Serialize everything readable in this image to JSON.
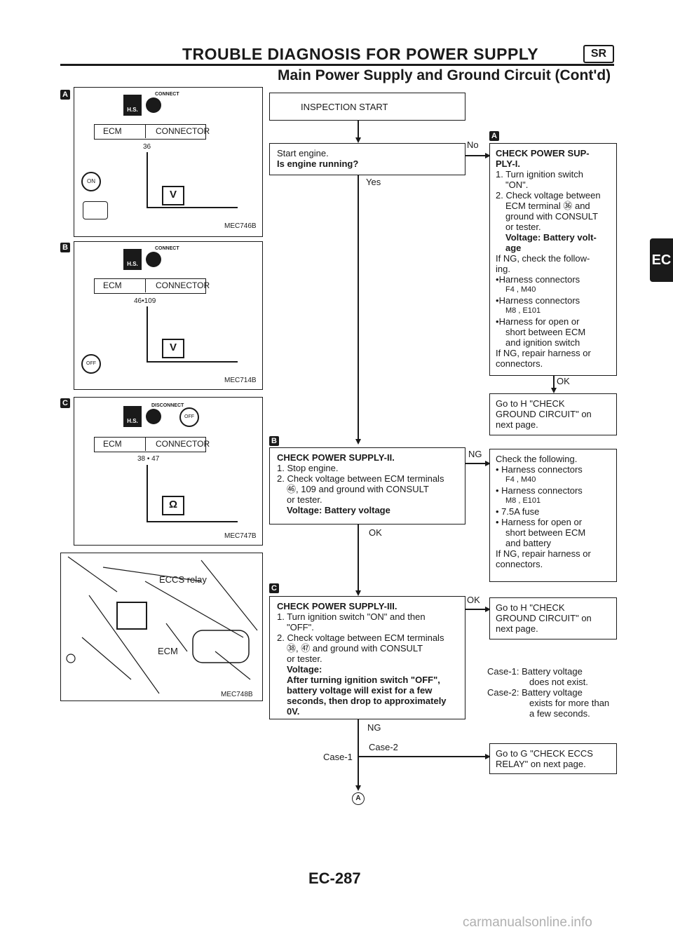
{
  "header": {
    "title": "TROUBLE DIAGNOSIS FOR POWER SUPPLY",
    "badge": "SR",
    "subtitle": "Main Power Supply and Ground Circuit (Cont'd)"
  },
  "side_tab": "EC",
  "panels": [
    {
      "tag": "A",
      "connect_label": "CONNECT",
      "ecm": "ECM",
      "connector": "CONNECTOR",
      "pins": "36",
      "hs": "H.S.",
      "key": "ON",
      "code": "MEC746B",
      "meter": "V"
    },
    {
      "tag": "B",
      "connect_label": "CONNECT",
      "ecm": "ECM",
      "connector": "CONNECTOR",
      "pins": "46•109",
      "hs": "H.S.",
      "key": "OFF",
      "code": "MEC714B",
      "meter": "V"
    },
    {
      "tag": "C",
      "connect_label": "DISCONNECT",
      "ecm": "ECM",
      "connector": "CONNECTOR",
      "pins": "38 • 47",
      "hs": "H.S.",
      "key": "OFF",
      "code": "MEC747B",
      "meter": "Ω"
    },
    {
      "relay_label": "ECCS relay",
      "ecm_label": "ECM",
      "code": "MEC748B"
    }
  ],
  "flow": {
    "start": "INSPECTION START",
    "q1_line1": "Start engine.",
    "q1_line2": "Is engine running?",
    "no": "No",
    "yes": "Yes",
    "tagA": "A",
    "a_title": "CHECK POWER SUP-",
    "a_title2": "PLY-I.",
    "a_lines": [
      "1. Turn ignition switch",
      "\"ON\".",
      "2. Check voltage between",
      "ECM terminal ㊱ and",
      "ground with CONSULT",
      "or tester."
    ],
    "a_volt": "Voltage: Battery volt-",
    "a_volt2": "age",
    "a_ng1": "If NG, check the follow-",
    "a_ng2": "ing.",
    "a_items": [
      "Harness connectors",
      "F4 , M40",
      "Harness connectors",
      "M8 , E101",
      "Harness for open or",
      "short between ECM",
      "and ignition switch"
    ],
    "a_ng3": "If NG, repair harness or",
    "a_ng4": "connectors.",
    "ok1": "OK",
    "goto1_1": "Go to H \"CHECK",
    "goto1_2": "GROUND CIRCUIT\" on",
    "goto1_3": "next page.",
    "tagB": "B",
    "b_title": "CHECK POWER SUPPLY-II.",
    "b_lines": [
      "1. Stop engine.",
      "2. Check voltage between ECM terminals",
      "㊻, 109 and ground with CONSULT",
      "or tester."
    ],
    "b_volt": "Voltage: Battery voltage",
    "ng1": "NG",
    "ok2": "OK",
    "ng_box": [
      "Check the following.",
      "• Harness connectors",
      "F4 , M40",
      "• Harness connectors",
      "M8 , E101",
      "• 7.5A fuse",
      "• Harness for open or",
      "short between ECM",
      "and battery",
      "If NG, repair harness or",
      "connectors."
    ],
    "tagC": "C",
    "c_title": "CHECK POWER SUPPLY-III.",
    "c_lines": [
      "1. Turn ignition switch \"ON\" and then",
      "\"OFF\".",
      "2. Check voltage between ECM terminals",
      "㊳, ㊼ and ground with CONSULT",
      "or tester."
    ],
    "c_bold": [
      "Voltage:",
      "After turning ignition switch \"OFF\",",
      "battery voltage will exist for a few",
      "seconds, then drop to approximately",
      "0V."
    ],
    "ok3": "OK",
    "goto2_1": "Go to H \"CHECK",
    "goto2_2": "GROUND CIRCUIT\" on",
    "goto2_3": "next page.",
    "cases": [
      "Case-1: Battery voltage",
      "does not exist.",
      "Case-2: Battery voltage",
      "exists for more than",
      "a few seconds."
    ],
    "ng2": "NG",
    "case2": "Case-2",
    "case1": "Case-1",
    "goto3_1": "Go to G \"CHECK ECCS",
    "goto3_2": "RELAY\" on next page.",
    "connector_a": "A"
  },
  "footer": {
    "page": "EC-287",
    "watermark": "carmanualsonline.info"
  }
}
